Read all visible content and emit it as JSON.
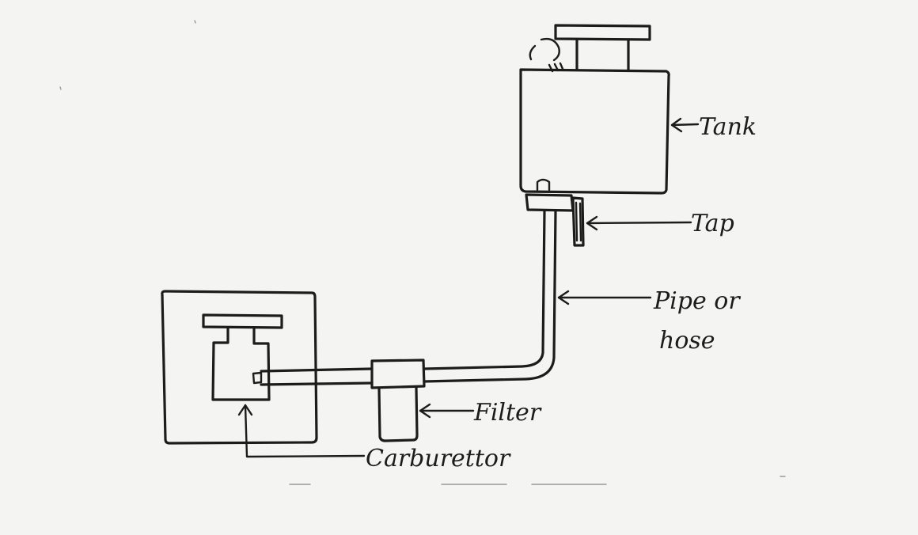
{
  "labels": {
    "tank": "Tank",
    "tap": "Tap",
    "pipe_line1": "Pipe or",
    "pipe_line2": "hose",
    "filter": "Filter",
    "carburettor": "Carburettor"
  },
  "colors": {
    "ink": "#1c1c1c",
    "paper": "#f4f4f2"
  }
}
